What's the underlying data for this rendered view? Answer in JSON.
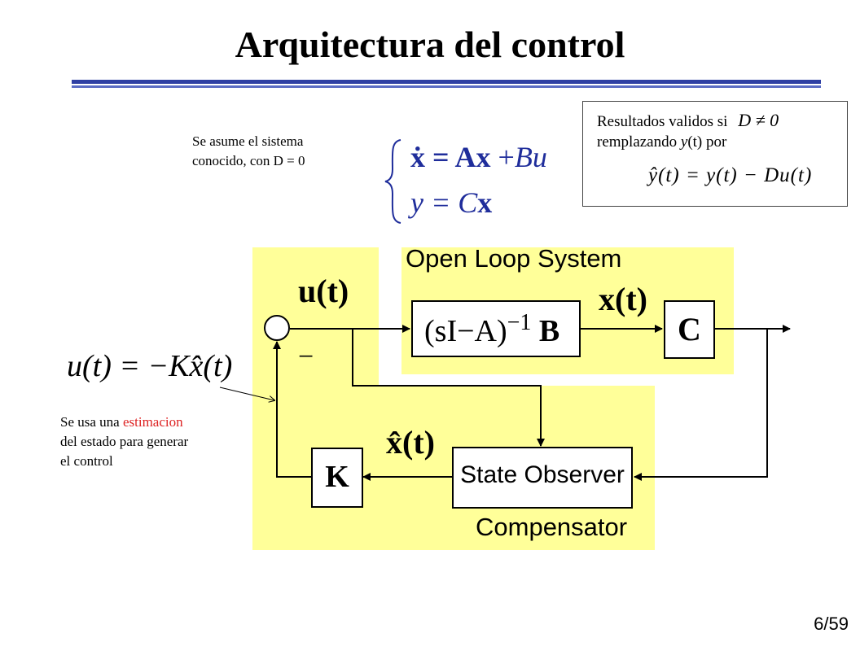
{
  "title": "Arquitectura del control",
  "assumption": {
    "line1": "Se asume el sistema",
    "line2": "conocido, con D = 0"
  },
  "system_eq": {
    "line1_lhs": "ẋ",
    "line1_mid": "= Ax",
    "line1_plus": "+",
    "line1_rhs": "Bu",
    "line2_lhs": "y",
    "line2_mid": "= C",
    "line2_rhs": "x"
  },
  "note_box": {
    "line1": "Resultados validos si",
    "line1_math": "D ≠ 0",
    "line2_a": "remplazando ",
    "line2_y": "y",
    "line2_t": "(t)",
    "line2_b": " por",
    "formula": "ŷ(t) = y(t) − Du(t)"
  },
  "diagram": {
    "open_loop_label": "Open Loop System",
    "compensator_label": "Compensator",
    "plant_block": "(sI−A)",
    "plant_exp": "−1",
    "plant_b": "B",
    "c_block": "C",
    "k_block": "K",
    "observer_block": "State Observer",
    "u_signal": "u(t)",
    "x_signal": "x(t)",
    "xhat_signal": "x̂(t)",
    "minus_sign": "−"
  },
  "control_law": "u(t) = −Kx̂(t)",
  "estimation_note": {
    "part1": "Se usa una ",
    "highlight": "estimacion",
    "line2": "del estado para generar",
    "line3": "el control"
  },
  "colors": {
    "highlight": "#dd2222",
    "math_blue": "#1f2d9b",
    "compensator_bg": "#ffff99",
    "rule": "#2e3fa3"
  },
  "page_number": "6/59"
}
